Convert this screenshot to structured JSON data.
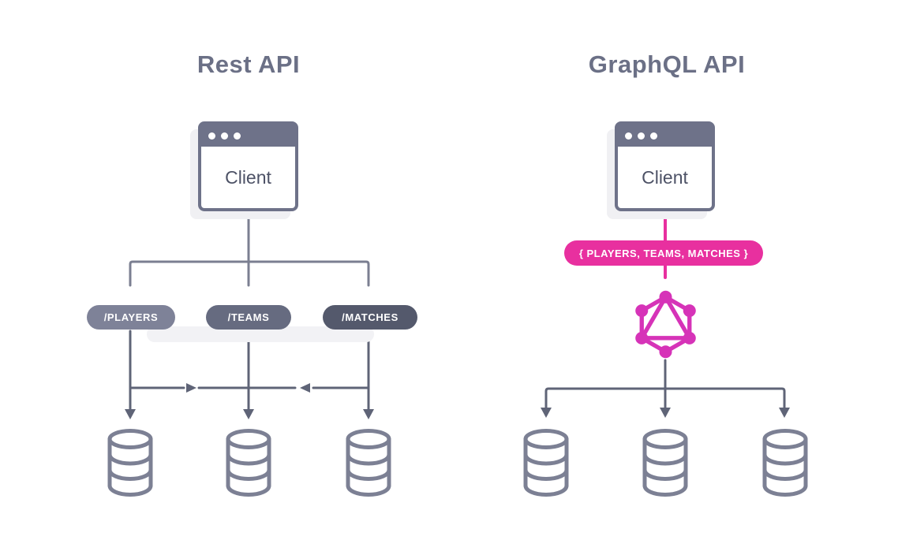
{
  "colors": {
    "title": "#6b7086",
    "tree": "#7b7f91",
    "line": "#5f6477",
    "client_border": "#6e7289",
    "client_text": "#4d5266",
    "db": "#7c8094",
    "pill_players": "#7e8298",
    "pill_teams": "#666b80",
    "pill_matches": "#54596c",
    "pink": "#e8309f",
    "logo_pink": "#d633b8",
    "shadow": "#f0f0f3",
    "band": "#f2f2f5"
  },
  "left": {
    "title": "Rest API",
    "client_label": "Client",
    "endpoints": [
      "/PLAYERS",
      "/TEAMS",
      "/MATCHES"
    ],
    "database_count": 3
  },
  "right": {
    "title": "GraphQL API",
    "client_label": "Client",
    "query_label": "{ PLAYERS, TEAMS, MATCHES }",
    "database_count": 3
  },
  "icons": {
    "client_window": "browser-window-icon",
    "window_dots": "window-control-dots-icon",
    "database": "database-cylinder-icon",
    "graphql": "graphql-hexagon-logo-icon",
    "arrows": "down-arrow-connector"
  }
}
